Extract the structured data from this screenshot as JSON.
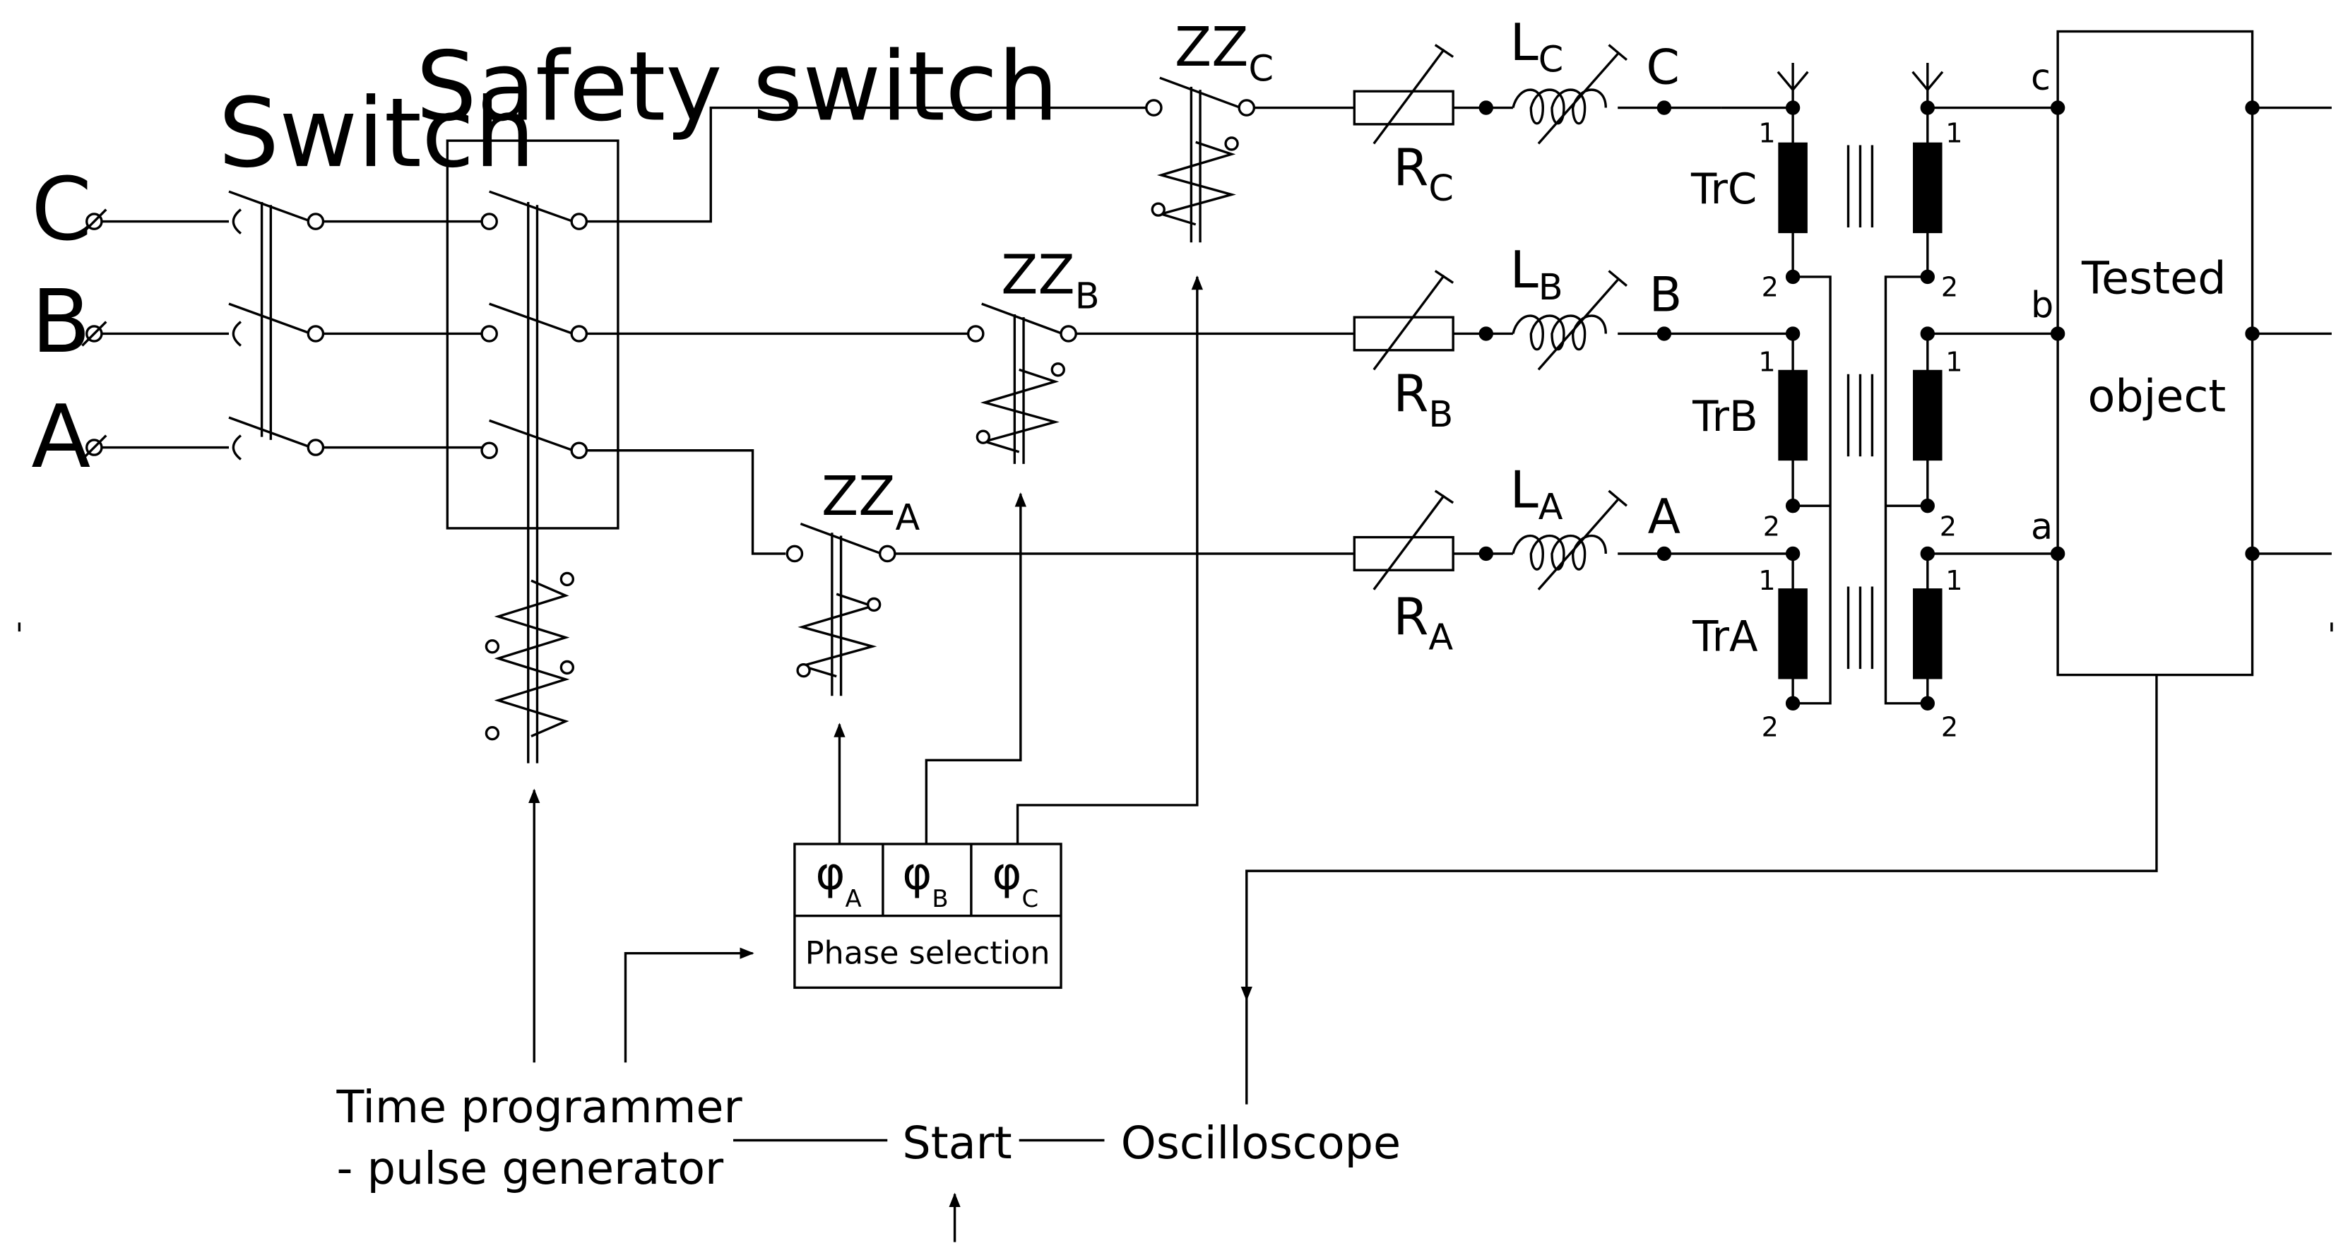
{
  "phases": {
    "c": "C",
    "b": "B",
    "a": "A"
  },
  "switch": {
    "title": "Switch"
  },
  "safety_switch": {
    "title": "Safety switch"
  },
  "contactors": {
    "zz_main": "ZZ",
    "a_sub": "A",
    "b_sub": "B",
    "c_sub": "C"
  },
  "resistors": {
    "main": "R",
    "a_sub": "A",
    "b_sub": "B",
    "c_sub": "C"
  },
  "inductors": {
    "main": "L",
    "a_sub": "A",
    "b_sub": "B",
    "c_sub": "C"
  },
  "node_labels": {
    "a": "A",
    "b": "B",
    "c": "C"
  },
  "transformers": {
    "trc": "TrC",
    "trb": "TrB",
    "tra": "TrA",
    "pin1": "1",
    "pin2": "2"
  },
  "tested_object": {
    "line1": "Tested",
    "line2": "object",
    "terminal_a": "a",
    "terminal_b": "b",
    "terminal_c": "c"
  },
  "phase_selection": {
    "phi": "φ",
    "a_sub": "A",
    "b_sub": "B",
    "c_sub": "C",
    "label": "Phase selection"
  },
  "bottom": {
    "time_programmer_line1": "Time programmer",
    "time_programmer_line2": "- pulse generator",
    "start": "Start",
    "oscilloscope": "Oscilloscope"
  }
}
